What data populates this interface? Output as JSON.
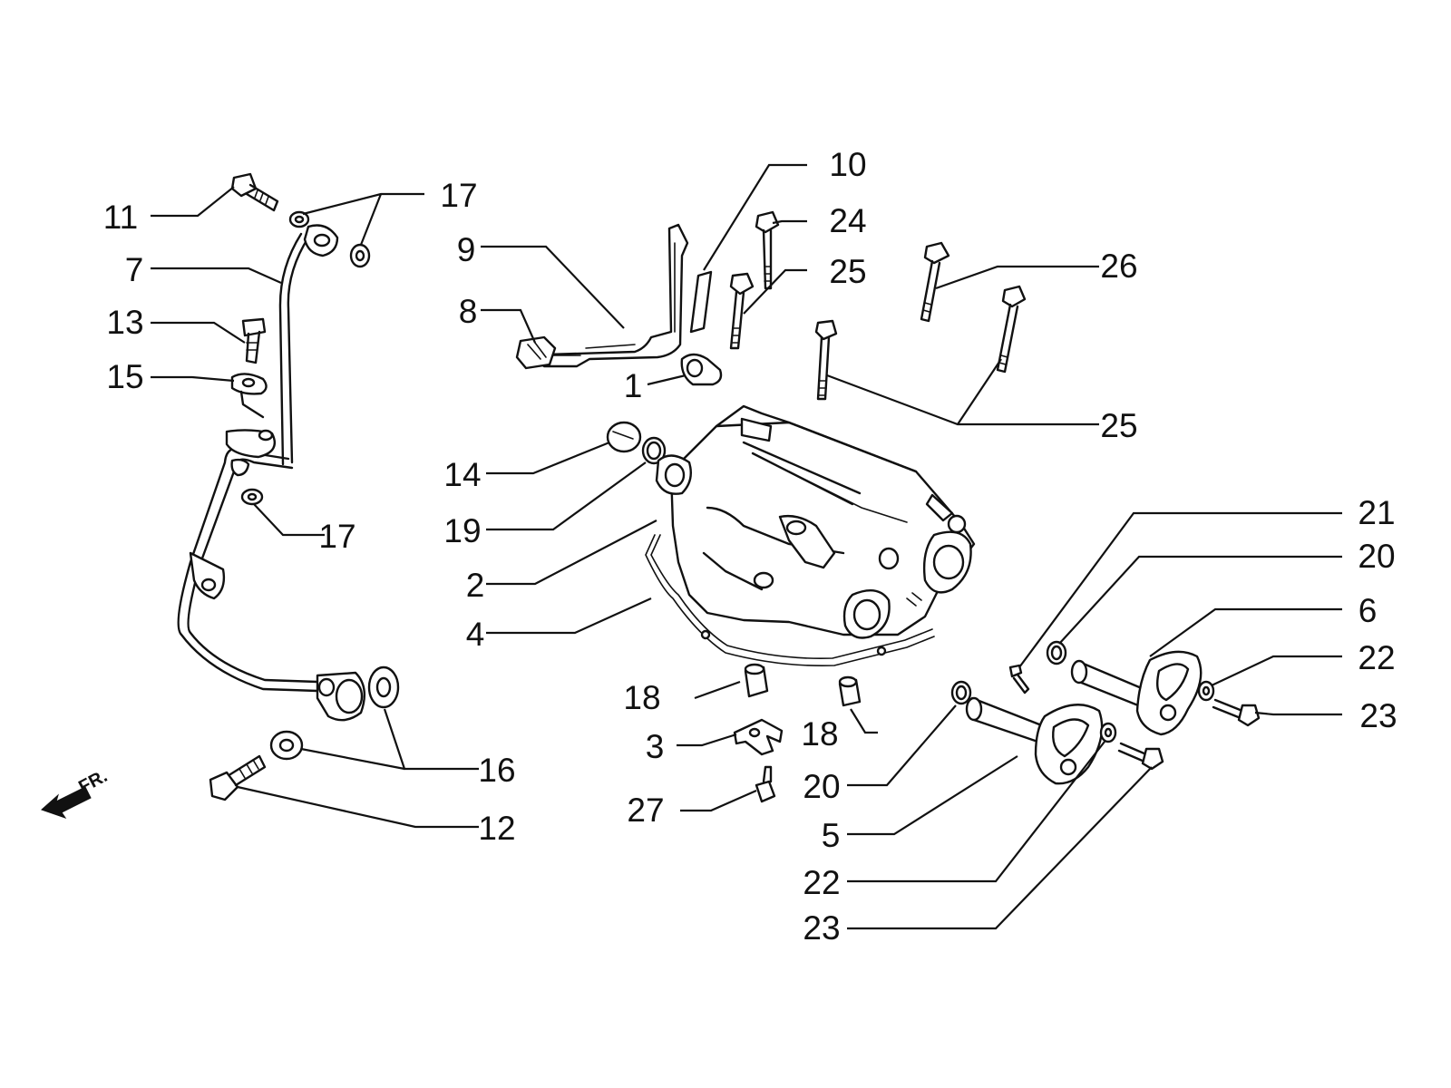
{
  "diagram": {
    "direction_marker": "FR.",
    "callouts": [
      {
        "id": "c1",
        "label": "1"
      },
      {
        "id": "c2",
        "label": "2"
      },
      {
        "id": "c3",
        "label": "3"
      },
      {
        "id": "c4",
        "label": "4"
      },
      {
        "id": "c5",
        "label": "5"
      },
      {
        "id": "c6",
        "label": "6"
      },
      {
        "id": "c7",
        "label": "7"
      },
      {
        "id": "c8",
        "label": "8"
      },
      {
        "id": "c9",
        "label": "9"
      },
      {
        "id": "c10",
        "label": "10"
      },
      {
        "id": "c11",
        "label": "11"
      },
      {
        "id": "c12",
        "label": "12"
      },
      {
        "id": "c13",
        "label": "13"
      },
      {
        "id": "c14",
        "label": "14"
      },
      {
        "id": "c15",
        "label": "15"
      },
      {
        "id": "c16",
        "label": "16"
      },
      {
        "id": "c17a",
        "label": "17"
      },
      {
        "id": "c17b",
        "label": "17"
      },
      {
        "id": "c18a",
        "label": "18"
      },
      {
        "id": "c18b",
        "label": "18"
      },
      {
        "id": "c19",
        "label": "19"
      },
      {
        "id": "c20a",
        "label": "20"
      },
      {
        "id": "c20b",
        "label": "20"
      },
      {
        "id": "c21",
        "label": "21"
      },
      {
        "id": "c22a",
        "label": "22"
      },
      {
        "id": "c22b",
        "label": "22"
      },
      {
        "id": "c23a",
        "label": "23"
      },
      {
        "id": "c23b",
        "label": "23"
      },
      {
        "id": "c24",
        "label": "24"
      },
      {
        "id": "c25a",
        "label": "25"
      },
      {
        "id": "c25b",
        "label": "25"
      },
      {
        "id": "c26",
        "label": "26"
      },
      {
        "id": "c27",
        "label": "27"
      }
    ]
  }
}
